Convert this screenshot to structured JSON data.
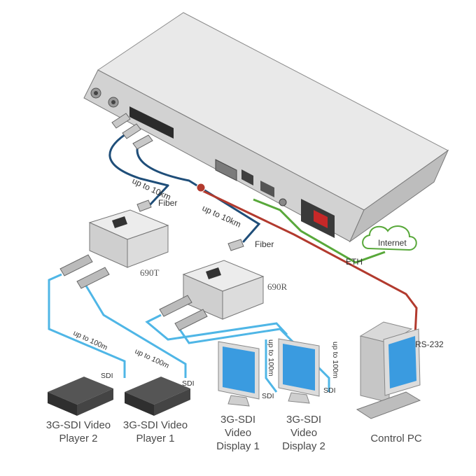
{
  "labels": {
    "fiber_top": "Fiber",
    "fiber_bottom": "Fiber",
    "range_fiber_1": "up to 10km",
    "range_fiber_2": "up to 10km",
    "internet": "Internet",
    "eth": "ETH",
    "rs232": "RS-232",
    "range_sdi_1": "up to 100m",
    "range_sdi_2": "up to 100m",
    "range_sdi_3": "up to 100m",
    "range_sdi_4": "up to 100m",
    "sdi_1": "SDI",
    "sdi_2": "SDI",
    "sdi_3": "SDI",
    "sdi_4": "SDI",
    "unit_690t": "690T",
    "unit_690r": "690R"
  },
  "devices": {
    "player2": [
      "3G-SDI Video",
      "Player 2"
    ],
    "player1": [
      "3G-SDI Video",
      "Player 1"
    ],
    "display1": [
      "3G-SDI",
      "Video",
      "Display 1"
    ],
    "display2": [
      "3G-SDI",
      "Video",
      "Display 2"
    ],
    "control_pc": "Control PC"
  },
  "colors": {
    "fiber_cable": "#1f4e79",
    "sdi_cable": "#4fb6e6",
    "eth_cable": "#58a83a",
    "rs232_cable": "#b23a2e"
  }
}
